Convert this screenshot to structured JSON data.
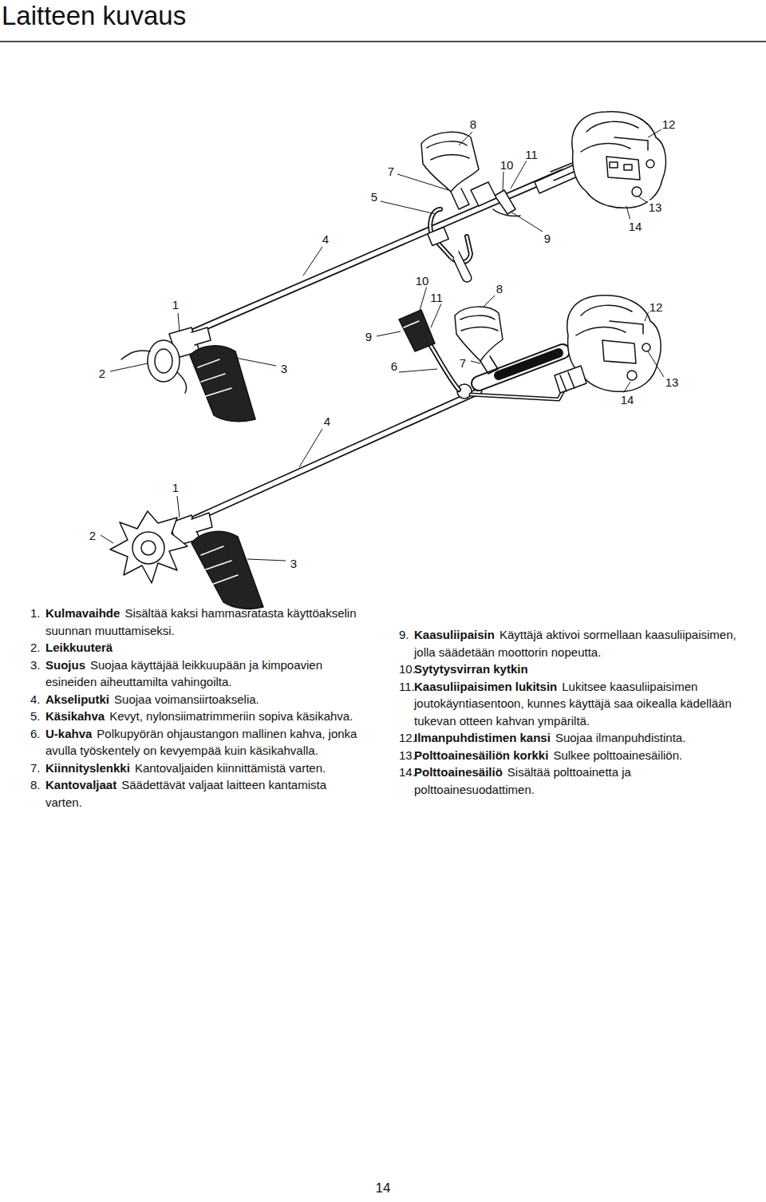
{
  "diagram": {
    "title": "Laitteen kuvaus",
    "labels": [
      "8",
      "12",
      "11",
      "10",
      "7",
      "5",
      "13",
      "14",
      "9",
      "4",
      "1",
      "3",
      "2",
      "10",
      "8",
      "11",
      "12",
      "9",
      "7",
      "6",
      "13",
      "14",
      "4",
      "1",
      "2",
      "3",
      "1.",
      "Kulmavaihde",
      "Sisältää kaksi hammasratasta käyttöakselin suunnan muuttamiseksi.",
      "2.",
      "Leikkuuterä",
      "3.",
      "Suojus",
      "Suojaa käyttäjää leikkuupään ja kimpoavien esineiden aiheuttamilta vahingoilta.",
      "4.",
      "Akseliputki",
      "Suojaa voimansiirtoakselia.",
      "5.",
      "Käsikahva",
      "Kevyt, nylonsiimatrimmeriin sopiva käsikahva.",
      "6.",
      "U-kahva",
      "Polkupyörän ohjaustangon mallinen kahva, jonka avulla työskentely on kevyempää kuin käsikahvalla.",
      "7.",
      "Kiinnityslenkki",
      "Kantovaljaiden kiinnittämistä varten.",
      "8.",
      "Kantovaljaat",
      "Säädettävät valjaat laitteen kantamista varten.",
      "9.",
      "Kaasuliipaisin",
      "Käyttäjä aktivoi sormellaan kaasuliipaisimen, jolla säädetään moottorin nopeutta.",
      "10.",
      "Sytytysvirran kytkin",
      "11.",
      "Kaasuliipaisimen lukitsin",
      "Lukitsee kaasuliipaisimen joutokäyntiasentoon, kunnes käyttäjä saa oikealla kädellään tukevan otteen kahvan ympäriltä.",
      "12.",
      "Ilmanpuhdistimen kansi",
      "Suojaa ilmanpuhdistinta.",
      "13.",
      "Polttoainesäiliön korkki",
      "Sulkee polttoainesäiliön.",
      "14.",
      "Polttoainesäiliö",
      "Sisältää polttoainetta ja polttoainesuodattimen.",
      "14"
    ]
  }
}
